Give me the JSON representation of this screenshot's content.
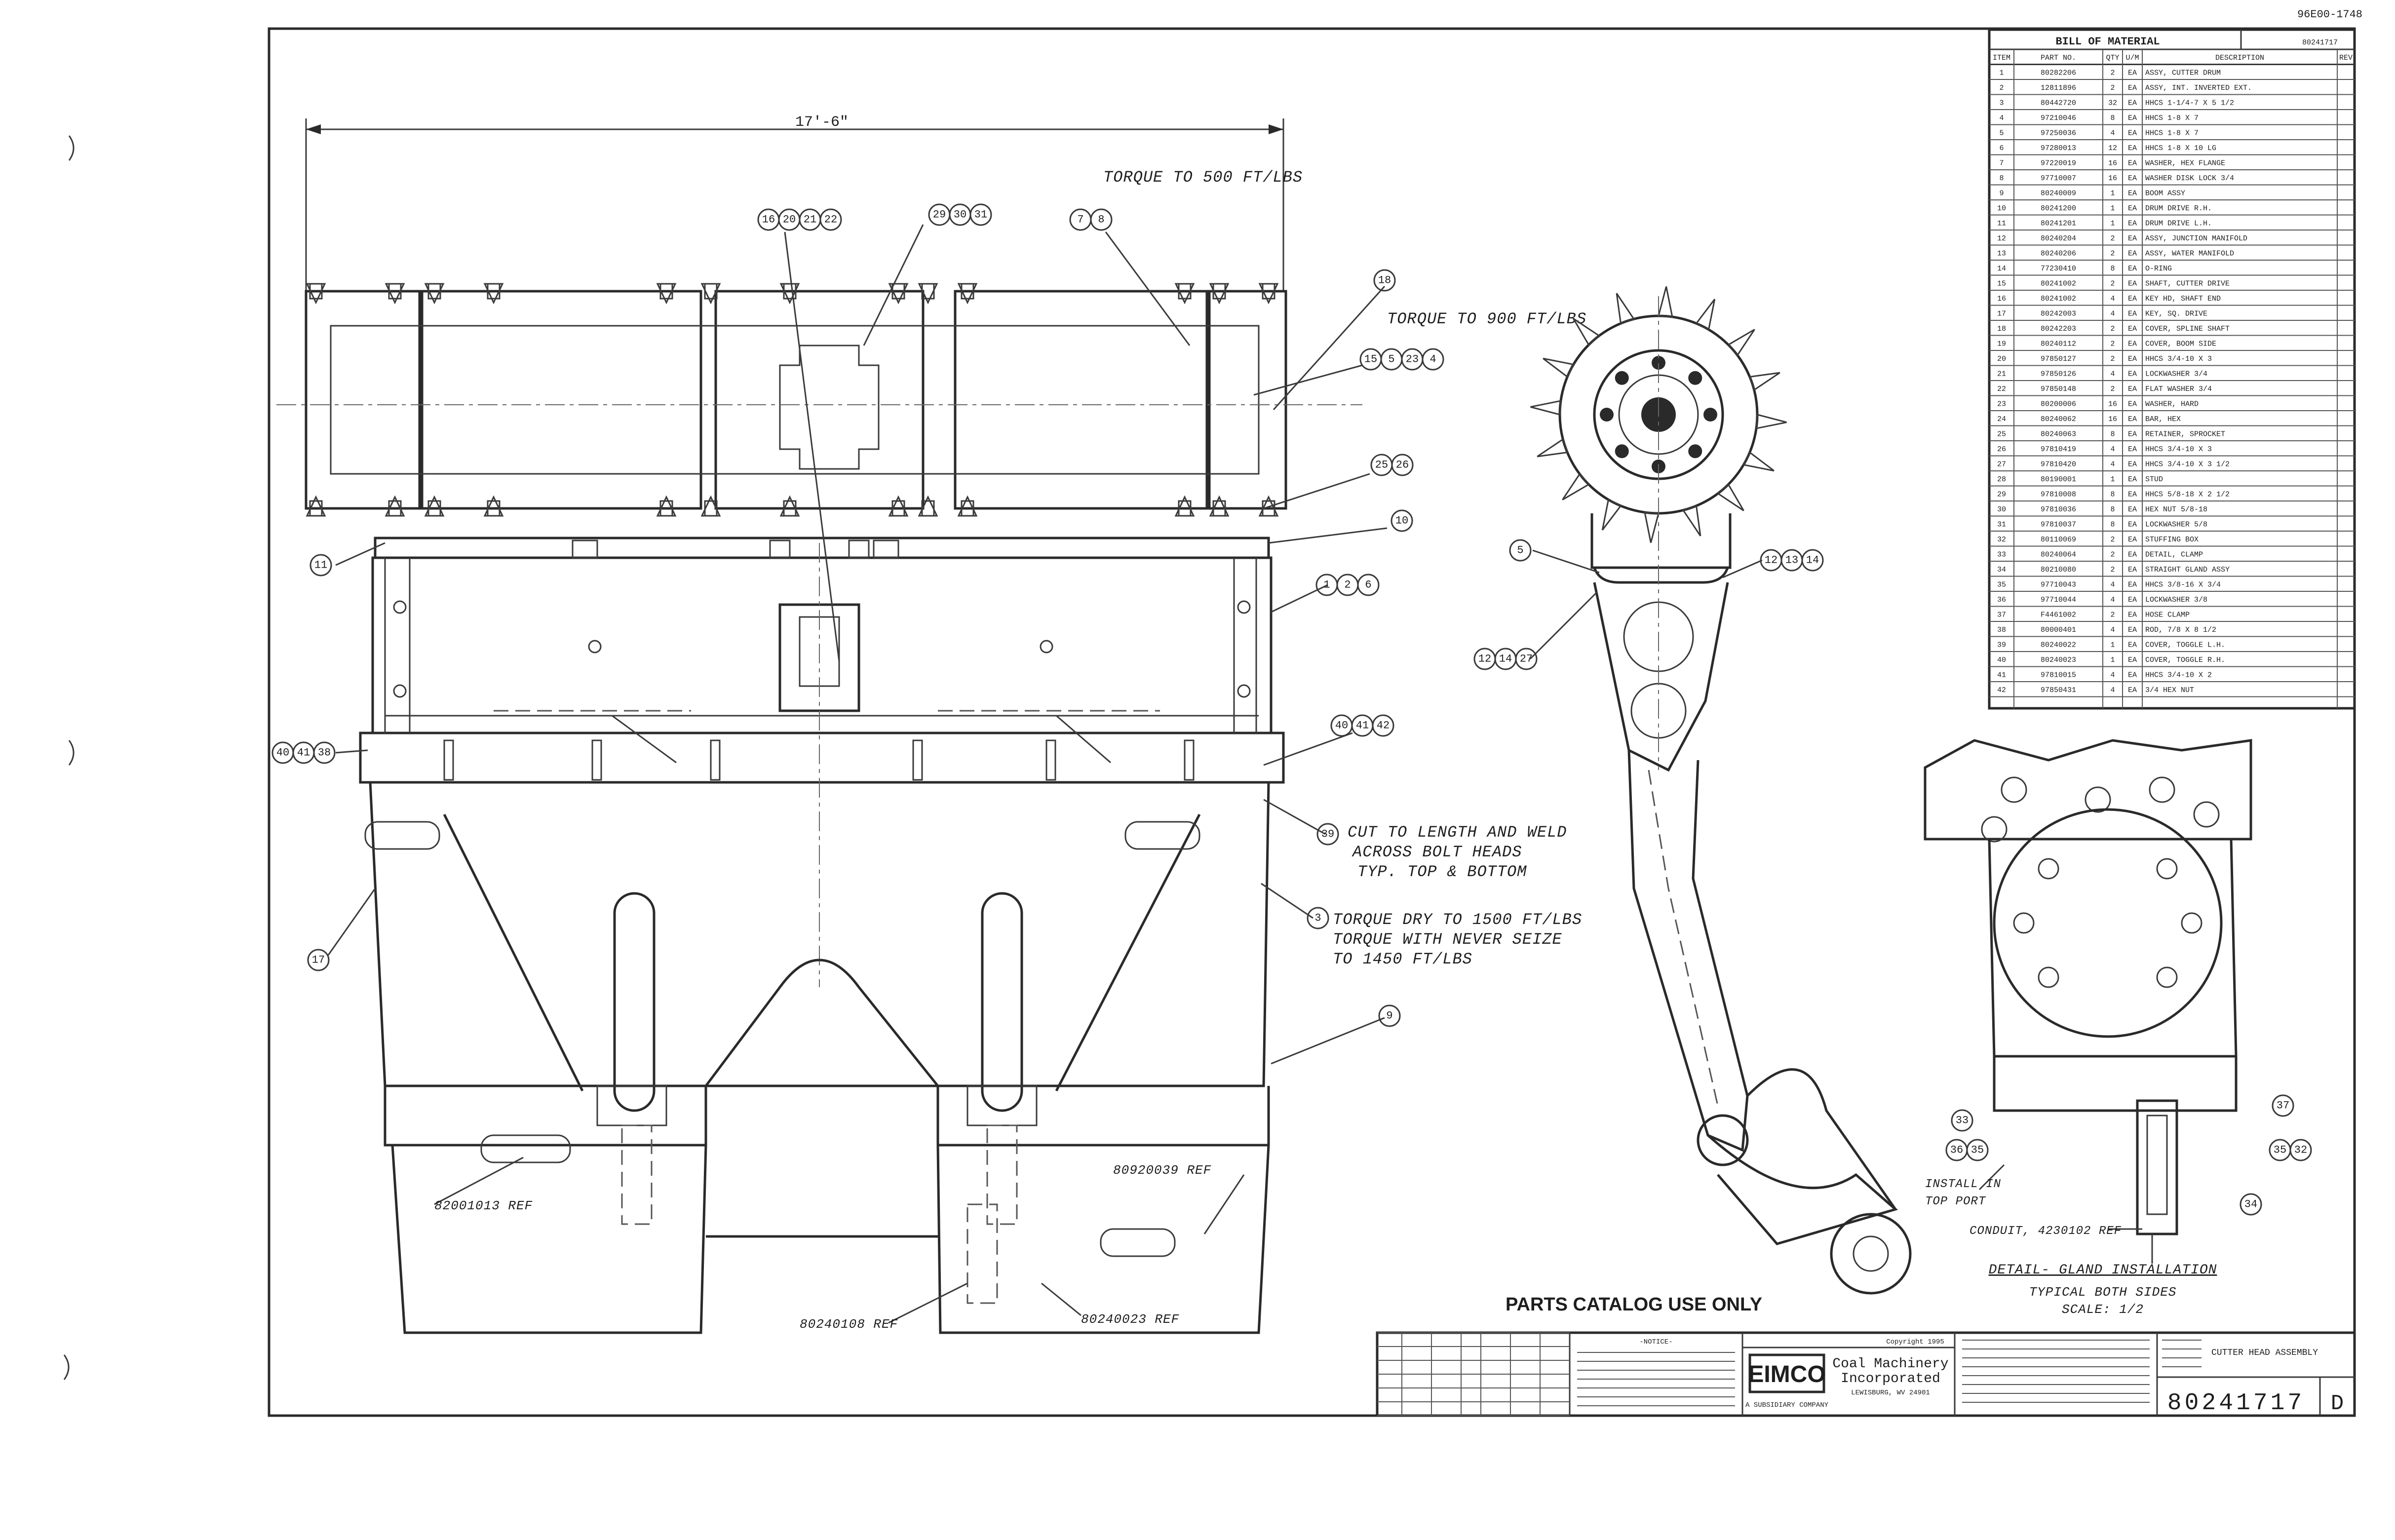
{
  "page_stamp": "96E00-1748",
  "dimension_label": "17'-6\"",
  "notes": {
    "torque_top": "TORQUE TO 500 FT/LBS",
    "torque_side": "TORQUE TO 900 FT/LBS",
    "cut_weld": [
      "CUT TO LENGTH AND WELD",
      "ACROSS BOLT HEADS",
      "TYP. TOP & BOTTOM"
    ],
    "torque_dry": [
      "TORQUE DRY TO 1500 FT/LBS",
      "TORQUE WITH NEVER SEIZE",
      "TO 1450 FT/LBS"
    ],
    "ref_left": "82001013 REF",
    "ref_right": "80920039 REF",
    "ref_bottom_left": "80240108 REF",
    "ref_bottom_right": "80240023 REF",
    "parts_catalog": "PARTS CATALOG USE ONLY",
    "install_in": [
      "INSTALL IN",
      "TOP PORT"
    ],
    "conduit": "CONDUIT, 4230102 REF",
    "detail_title": "DETAIL- GLAND INSTALLATION",
    "detail_sub": [
      "TYPICAL BOTH SIDES",
      "SCALE: 1/2"
    ]
  },
  "balloons": {
    "b_16_20_21_22": "16 20 21 22",
    "b_29_30_31": "29 30 31",
    "b_7_8": "7 8",
    "b_18": "18",
    "b_15_5_23_4": "15 5 23 4",
    "b_25_26": "25 26",
    "b_10": "10",
    "b_11": "11",
    "b_1_2_6": "1 2 6",
    "b_40_41_42": "40 41 42",
    "b_40_41_38": "40 41 38",
    "b_39": "39",
    "b_3": "3",
    "b_17": "17",
    "b_9": "9",
    "b_5": "5",
    "b_12_13_14": "12 13 14",
    "b_12_14_27": "12 14 27",
    "b_33": "33",
    "b_36_35": "36 35",
    "b_35_32": "35 32",
    "b_37": "37",
    "b_34": "34"
  },
  "bom": {
    "title": "BILL OF MATERIAL",
    "dwg_no": "80241717",
    "headers": [
      "ITEM",
      "PART NO.",
      "QTY",
      "U/M",
      "DESCRIPTION",
      "REV"
    ],
    "rows": [
      [
        "1",
        "80282206",
        "2",
        "EA",
        "ASSY, CUTTER DRUM",
        ""
      ],
      [
        "2",
        "12811896",
        "2",
        "EA",
        "ASSY, INT. INVERTED EXT.",
        ""
      ],
      [
        "3",
        "80442720",
        "32",
        "EA",
        "HHCS 1-1/4-7 X 5 1/2",
        ""
      ],
      [
        "4",
        "97210046",
        "8",
        "EA",
        "HHCS 1-8 X 7",
        ""
      ],
      [
        "5",
        "97250036",
        "4",
        "EA",
        "HHCS 1-8 X 7",
        ""
      ],
      [
        "6",
        "97280013",
        "12",
        "EA",
        "HHCS 1-8 X 10 LG",
        ""
      ],
      [
        "7",
        "97220019",
        "16",
        "EA",
        "WASHER, HEX FLANGE",
        ""
      ],
      [
        "8",
        "97710007",
        "16",
        "EA",
        "WASHER DISK LOCK 3/4",
        ""
      ],
      [
        "9",
        "80240009",
        "1",
        "EA",
        "BOOM ASSY",
        ""
      ],
      [
        "10",
        "80241200",
        "1",
        "EA",
        "DRUM DRIVE R.H.",
        ""
      ],
      [
        "11",
        "80241201",
        "1",
        "EA",
        "DRUM DRIVE L.H.",
        ""
      ],
      [
        "12",
        "80240204",
        "2",
        "EA",
        "ASSY, JUNCTION MANIFOLD",
        ""
      ],
      [
        "13",
        "80240206",
        "2",
        "EA",
        "ASSY, WATER MANIFOLD",
        ""
      ],
      [
        "14",
        "77230410",
        "8",
        "EA",
        "O-RING",
        ""
      ],
      [
        "15",
        "80241002",
        "2",
        "EA",
        "SHAFT, CUTTER DRIVE",
        ""
      ],
      [
        "16",
        "80241002",
        "4",
        "EA",
        "KEY HD, SHAFT END",
        ""
      ],
      [
        "17",
        "80242003",
        "4",
        "EA",
        "KEY, SQ. DRIVE",
        ""
      ],
      [
        "18",
        "80242203",
        "2",
        "EA",
        "COVER, SPLINE SHAFT",
        ""
      ],
      [
        "19",
        "80240112",
        "2",
        "EA",
        "COVER, BOOM SIDE",
        ""
      ],
      [
        "20",
        "97850127",
        "2",
        "EA",
        "HHCS 3/4-10 X 3",
        ""
      ],
      [
        "21",
        "97850126",
        "4",
        "EA",
        "LOCKWASHER 3/4",
        ""
      ],
      [
        "22",
        "97850148",
        "2",
        "EA",
        "FLAT WASHER 3/4",
        ""
      ],
      [
        "23",
        "80200006",
        "16",
        "EA",
        "WASHER, HARD",
        ""
      ],
      [
        "24",
        "80240062",
        "16",
        "EA",
        "BAR, HEX",
        ""
      ],
      [
        "25",
        "80240063",
        "8",
        "EA",
        "RETAINER, SPROCKET",
        ""
      ],
      [
        "26",
        "97810419",
        "4",
        "EA",
        "HHCS 3/4-10 X 3",
        ""
      ],
      [
        "27",
        "97810420",
        "4",
        "EA",
        "HHCS 3/4-10 X 3 1/2",
        ""
      ],
      [
        "28",
        "80190001",
        "1",
        "EA",
        "STUD",
        ""
      ],
      [
        "29",
        "97810008",
        "8",
        "EA",
        "HHCS 5/8-18 X 2 1/2",
        ""
      ],
      [
        "30",
        "97810036",
        "8",
        "EA",
        "HEX NUT 5/8-18",
        ""
      ],
      [
        "31",
        "97810037",
        "8",
        "EA",
        "LOCKWASHER 5/8",
        ""
      ],
      [
        "32",
        "80110069",
        "2",
        "EA",
        "STUFFING BOX",
        ""
      ],
      [
        "33",
        "80240064",
        "2",
        "EA",
        "DETAIL, CLAMP",
        ""
      ],
      [
        "34",
        "80210080",
        "2",
        "EA",
        "STRAIGHT GLAND ASSY",
        ""
      ],
      [
        "35",
        "97710043",
        "4",
        "EA",
        "HHCS 3/8-16 X 3/4",
        ""
      ],
      [
        "36",
        "97710044",
        "4",
        "EA",
        "LOCKWASHER 3/8",
        ""
      ],
      [
        "37",
        "F4461002",
        "2",
        "EA",
        "HOSE CLAMP",
        ""
      ],
      [
        "38",
        "80000401",
        "4",
        "EA",
        "ROD, 7/8 X 8 1/2",
        ""
      ],
      [
        "39",
        "80240022",
        "1",
        "EA",
        "COVER, TOGGLE L.H.",
        ""
      ],
      [
        "40",
        "80240023",
        "1",
        "EA",
        "COVER, TOGGLE R.H.",
        ""
      ],
      [
        "41",
        "97810015",
        "4",
        "EA",
        "HHCS 3/4-10 X 2",
        ""
      ],
      [
        "42",
        "97850431",
        "4",
        "EA",
        "3/4 HEX NUT",
        ""
      ]
    ]
  },
  "title_block": {
    "company": [
      "Eimco",
      "Coal Machinery",
      "Incorporated"
    ],
    "location": "LEWISBURG, WV 24901",
    "logo_text": "EIMCO",
    "drawing_title": "CUTTER HEAD ASSEMBLY",
    "drawing_number": "80241717",
    "rev": "D",
    "notice_title": "-NOTICE-",
    "copyright": "Copyright 1995",
    "subtitle": "A SUBSIDIARY COMPANY"
  }
}
